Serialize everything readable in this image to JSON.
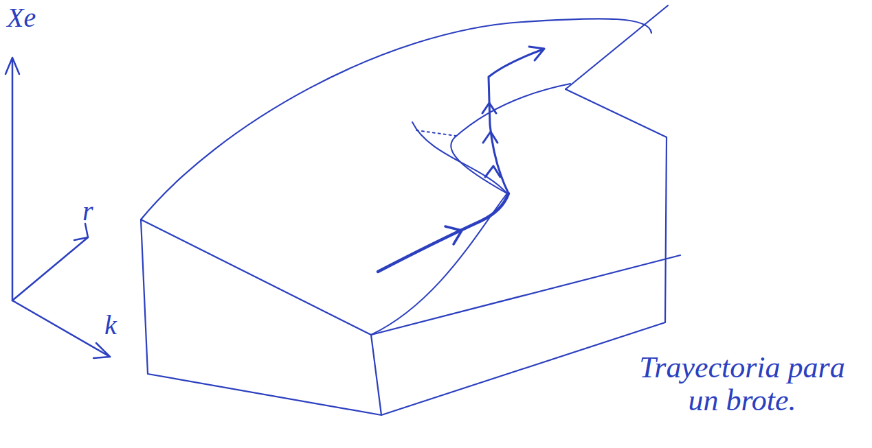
{
  "diagram": {
    "labels": [
      "Xe",
      "r",
      "k",
      "Trayectoria para un brote."
    ]
  }
}
